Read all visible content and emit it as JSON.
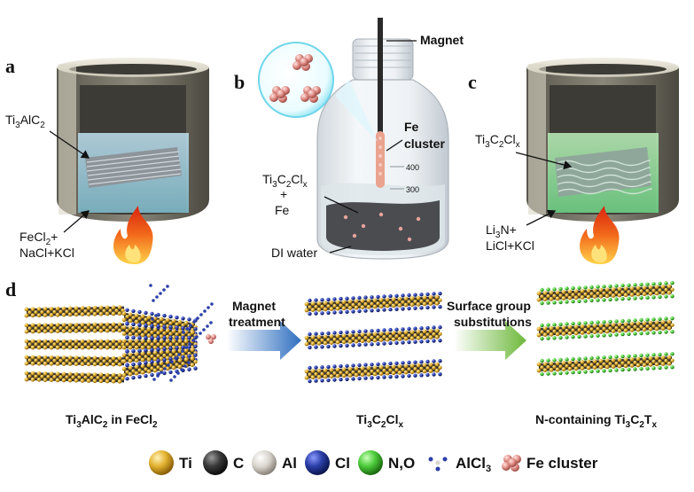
{
  "panels": {
    "a": "a",
    "b": "b",
    "c": "c",
    "d": "d"
  },
  "panel_a": {
    "ti3alc2": {
      "base": "Ti",
      "s1": "3",
      "mid": "AlC",
      "s2": "2"
    },
    "salt_line1": {
      "base": "FeCl",
      "s1": "2",
      "tail": "+"
    },
    "salt_line2": "NaCl+KCl"
  },
  "panel_b": {
    "magnet": "Magnet",
    "fe_cluster_1": "Fe",
    "fe_cluster_2": "cluster",
    "product": {
      "base": "Ti",
      "s1": "3",
      "mid": "C",
      "s2": "2",
      "mid2": "Cl",
      "s3": "x"
    },
    "plus": "+",
    "fe": "Fe",
    "water": "DI water",
    "mark_400": "400",
    "mark_300": "300"
  },
  "panel_c": {
    "product": {
      "base": "Ti",
      "s1": "3",
      "mid": "C",
      "s2": "2",
      "mid2": "Cl",
      "s3": "x"
    },
    "salt_line1": {
      "base": "Li",
      "s1": "3",
      "tail": "N+"
    },
    "salt_line2": "LiCl+KCl"
  },
  "panel_d": {
    "arrow1_line1": "Magnet",
    "arrow1_line2": "treatment",
    "arrow2_line1": "Surface group",
    "arrow2_line2": "substitutions",
    "caption1": {
      "base": "Ti",
      "s1": "3",
      "mid": "AlC",
      "s2": "2",
      "tail": " in FeCl",
      "s3": "2"
    },
    "caption2": {
      "base": "Ti",
      "s1": "3",
      "mid": "C",
      "s2": "2",
      "mid2": "Cl",
      "s3": "x"
    },
    "caption3": {
      "pre": "N-containing Ti",
      "s1": "3",
      "mid": "C",
      "s2": "2",
      "mid2": "T",
      "s3": "x"
    }
  },
  "legend": {
    "ti": "Ti",
    "c": "C",
    "al": "Al",
    "cl": "Cl",
    "no": "N,O",
    "alcl3": "AlCl",
    "alcl3_sub": "3",
    "fe": "Fe cluster"
  },
  "colors": {
    "ti": "#e3b230",
    "c": "#3a3a3a",
    "al": "#d8d3cc",
    "cl": "#2b3fa8",
    "no": "#4ccb3a",
    "fe": "#e08d86",
    "arrow_blue": "#2f6fc0",
    "arrow_green": "#6db83a",
    "crucible": "#6e6b60",
    "flame": "#f26a1b"
  }
}
